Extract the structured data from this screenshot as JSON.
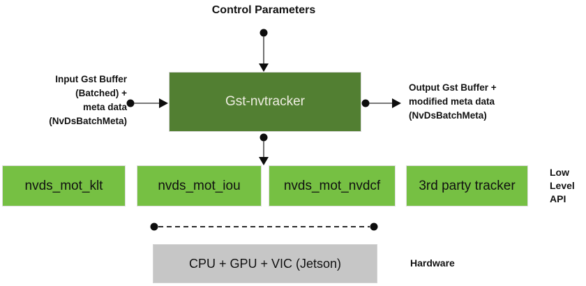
{
  "control_parameters_label": "Control Parameters",
  "tracker_box": {
    "label": "Gst-nvtracker"
  },
  "input_label": {
    "lines": [
      "Input Gst Buffer",
      "(Batched) +",
      "meta data",
      "(NvDsBatchMeta)"
    ]
  },
  "output_label": {
    "lines": [
      "Output Gst Buffer +",
      "modified meta data",
      "(NvDsBatchMeta)"
    ]
  },
  "low_level_boxes": [
    {
      "label": "nvds_mot_klt"
    },
    {
      "label": "nvds_mot_iou"
    },
    {
      "label": "nvds_mot_nvdcf"
    },
    {
      "label": "3rd party tracker"
    }
  ],
  "api_label": {
    "lines": [
      "Low",
      "Level",
      "API"
    ]
  },
  "hardware_box": {
    "label": "CPU + GPU + VIC (Jetson)"
  },
  "hardware_label": "Hardware",
  "colors": {
    "dark_green": "#527f32",
    "light_green": "#76c043",
    "hardware_gray": "#c6c6c6",
    "cream_text": "#efeee2",
    "line_gray": "#4d4d4d",
    "dot_black": "#0d0d0d"
  }
}
